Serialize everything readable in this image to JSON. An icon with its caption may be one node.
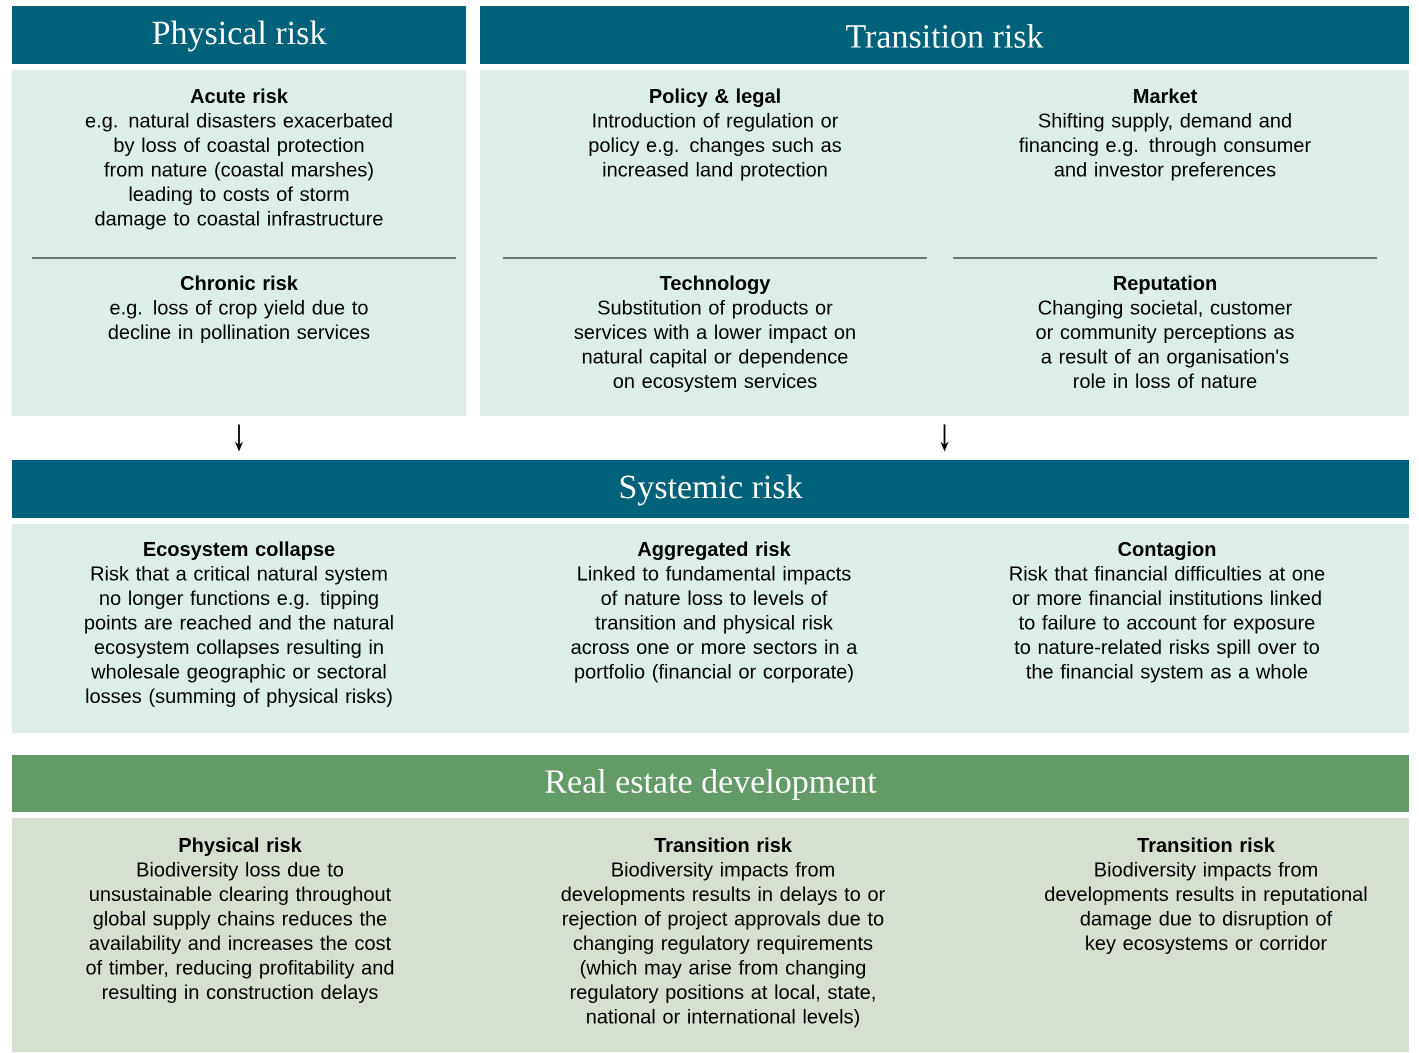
{
  "diagram": {
    "nodes": [
      {
        "text": [
          "Physical risk"
        ]
      },
      {
        "text": [
          "Acute risk",
          "e.g. natural disasters exacerbated by loss of coastal protection from nature (coastal marshes) leading to costs of storm damage to coastal infrastructure"
        ],
        "in": 0
      },
      {
        "text": [
          "Chronic risk",
          "e.g. loss of crop yield due to decline in pollination services"
        ],
        "in": 0
      },
      {
        "text": [
          "Transition risk"
        ]
      },
      {
        "text": [
          "Policy & legal",
          "Introduction of regulation or policy e.g. changes such as increased land protection"
        ],
        "in": 3
      },
      {
        "text": [
          "Market",
          "Shifting supply, demand and financing e.g. through consumer and investor preferences"
        ],
        "in": 3
      },
      {
        "text": [
          "Technology",
          "Substitution of products or services with a lower impact on natural capital or dependence on ecosystem services"
        ],
        "in": 3
      },
      {
        "text": [
          "Reputation",
          "Changing societal, customer or community perceptions as a result of an organisation's role in loss of nature"
        ],
        "in": 3
      },
      {
        "text": [
          "Systemic risk"
        ]
      },
      {
        "text": [
          "Ecosystem collapse",
          "Risk that a critical natural system no longer functions e.g. tipping points are reached and the natural ecosystem collapses resulting in wholesale geographic or sectoral losses (summing of physical risks)"
        ],
        "in": 8
      },
      {
        "text": [
          "Aggregated risk",
          "Linked to fundamental impacts of nature loss to levels of transition and physical risk across one or more sectors in a portfolio (financial or corporate)"
        ],
        "in": 8
      },
      {
        "text": [
          "Contagion",
          "Risk that financial difficulties at one or more financial institutions linked to failure to account for exposure to nature-related risks spill over to the financial system as a whole"
        ],
        "in": 8
      },
      {
        "text": [
          "Real estate development"
        ]
      },
      {
        "text": [
          "Physical risk",
          "Biodiversity loss due to unsustainable clearing throughout global supply chains reduces the availability and increases the cost of timber, reducing profitability and resulting in construction delays"
        ],
        "in": 12
      },
      {
        "text": [
          "Transition risk",
          "Biodiversity impacts from developments results in delays to or rejection of project approvals due to changing regulatory requirements (which may arise from changing regulatory positions at local, state, national or international levels)"
        ],
        "in": 12
      },
      {
        "text": [
          "Transition risk",
          "Biodiversity impacts from developments results in reputational damage due to disruption of key ecosystems or corridor"
        ],
        "in": 12
      }
    ],
    "edges": [
      {
        "from": 0,
        "to": 8,
        "arrow": "to"
      },
      {
        "from": 3,
        "to": 8,
        "arrow": "to"
      }
    ]
  }
}
